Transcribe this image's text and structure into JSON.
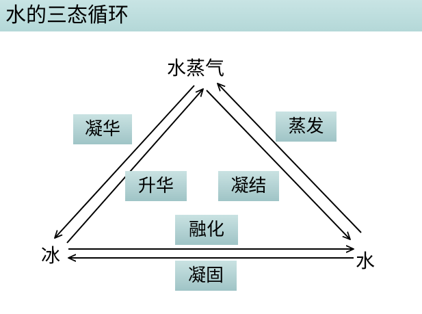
{
  "title": "水的三态循环",
  "nodes": {
    "vapor": "水蒸气",
    "ice": "冰",
    "water": "水"
  },
  "processes": {
    "desublimation": "凝华",
    "evaporation": "蒸发",
    "sublimation": "升华",
    "condensation": "凝结",
    "melting": "融化",
    "freezing": "凝固"
  },
  "colors": {
    "title_bar": "#b4d8d8",
    "label_box": "#a8cacc",
    "arrow": "#000000"
  }
}
